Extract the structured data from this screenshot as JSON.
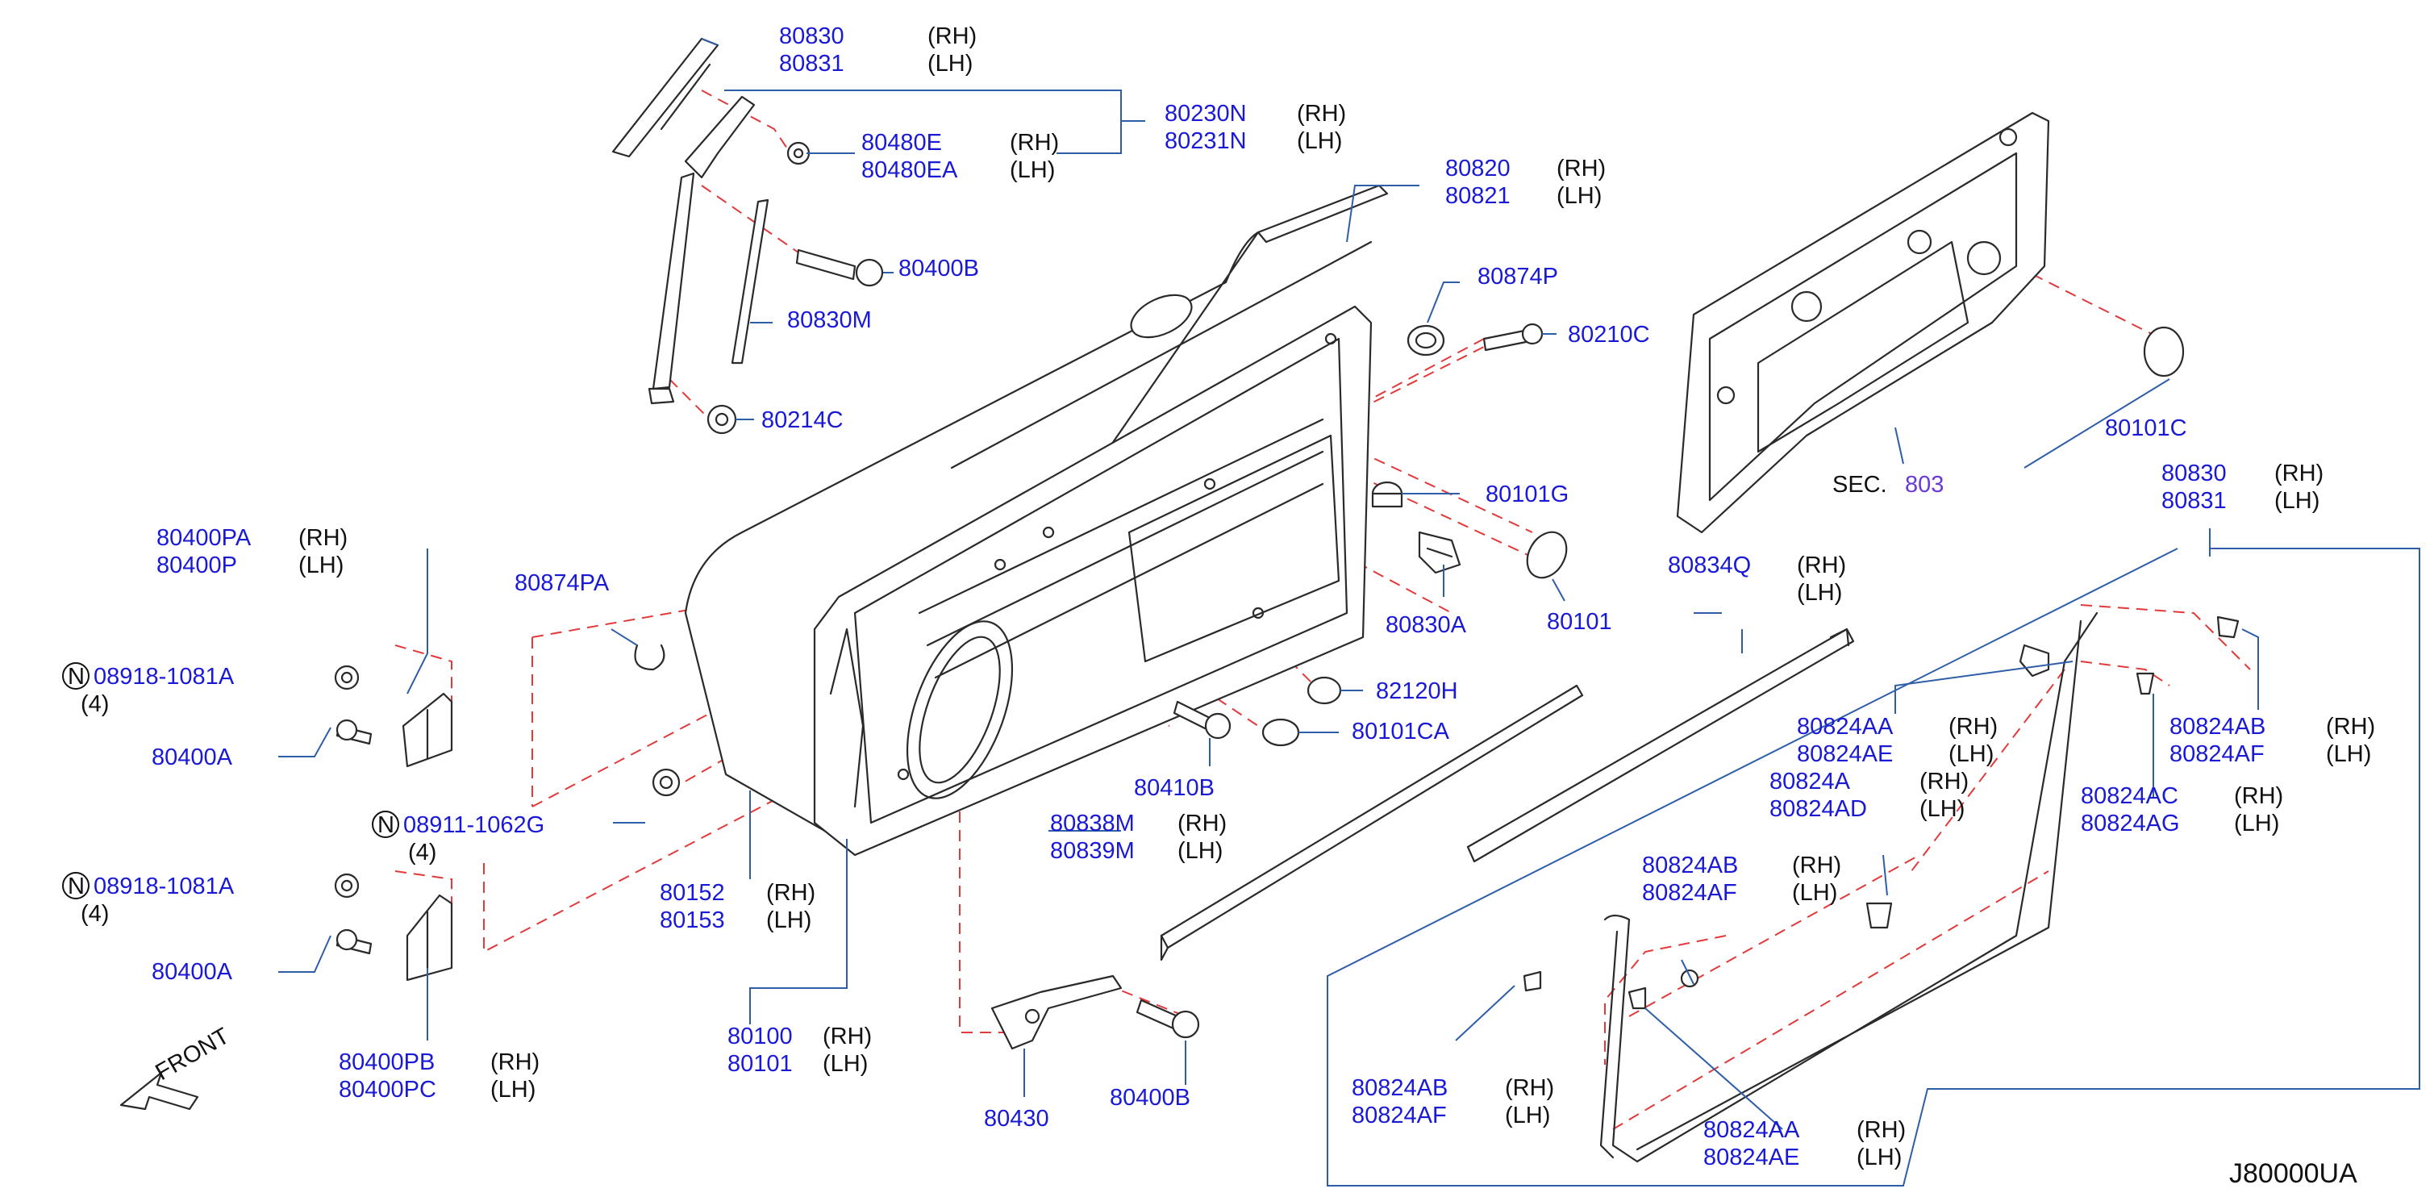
{
  "drawing_code": "J80000UA",
  "front_label": "FRONT",
  "section_ref": {
    "prefix": "SEC.",
    "number": "803"
  },
  "parts": {
    "p80830": {
      "lines": [
        "80830",
        "80831"
      ],
      "sides": [
        "(RH)",
        "(LH)"
      ]
    },
    "p80230": {
      "lines": [
        "80230N",
        "80231N"
      ],
      "sides": [
        "(RH)",
        "(LH)"
      ]
    },
    "p80480": {
      "lines": [
        "80480E",
        "80480EA"
      ],
      "sides": [
        "(RH)",
        "(LH)"
      ]
    },
    "p80400B_top": {
      "lines": [
        "80400B"
      ]
    },
    "p80830M": {
      "lines": [
        "80830M"
      ]
    },
    "p80214C": {
      "lines": [
        "80214C"
      ]
    },
    "p80820": {
      "lines": [
        "80820",
        "80821"
      ],
      "sides": [
        "(RH)",
        "(LH)"
      ]
    },
    "p80874P": {
      "lines": [
        "80874P"
      ]
    },
    "p80210C": {
      "lines": [
        "80210C"
      ]
    },
    "p80101G": {
      "lines": [
        "80101G"
      ]
    },
    "p80400PA": {
      "lines": [
        "80400PA",
        "80400P"
      ],
      "sides": [
        "(RH)",
        "(LH)"
      ]
    },
    "p80874PA": {
      "lines": [
        "80874PA"
      ]
    },
    "p08918_top": {
      "code": "08918-1081A",
      "qty": "(4)"
    },
    "p80400A_top": {
      "lines": [
        "80400A"
      ]
    },
    "p08911": {
      "code": "08911-1062G",
      "qty": "(4)"
    },
    "p08918_bot": {
      "code": "08918-1081A",
      "qty": "(4)"
    },
    "p80400A_bot": {
      "lines": [
        "80400A"
      ]
    },
    "p80400PB": {
      "lines": [
        "80400PB",
        "80400PC"
      ],
      "sides": [
        "(RH)",
        "(LH)"
      ]
    },
    "p80152": {
      "lines": [
        "80152",
        "80153"
      ],
      "sides": [
        "(RH)",
        "(LH)"
      ]
    },
    "p80100": {
      "lines": [
        "80100",
        "80101"
      ],
      "sides": [
        "(RH)",
        "(LH)"
      ]
    },
    "p80430": {
      "lines": [
        "80430"
      ]
    },
    "p80400B_bot": {
      "lines": [
        "80400B"
      ]
    },
    "p80410B": {
      "lines": [
        "80410B"
      ]
    },
    "p82120H": {
      "lines": [
        "82120H"
      ]
    },
    "p80101CA": {
      "lines": [
        "80101CA"
      ]
    },
    "p80838M": {
      "lines": [
        "80838M",
        "80839M"
      ],
      "sides": [
        "(RH)",
        "(LH)"
      ]
    },
    "p80834Q": {
      "lines": [
        "80834Q"
      ],
      "sides": [
        "(RH)",
        "(LH)"
      ]
    },
    "p80101C": {
      "lines": [
        "80101C"
      ]
    },
    "p80824AA_top": {
      "lines": [
        "80824AA",
        "80824AE",
        "80824A",
        "80824AD"
      ],
      "sides": [
        "(RH)",
        "(LH)",
        "(RH)",
        "(LH)"
      ]
    },
    "p80824AB_right": {
      "lines": [
        "80824AB",
        "80824AF"
      ],
      "sides": [
        "(RH)",
        "(LH)"
      ]
    },
    "p80824AC": {
      "lines": [
        "80824AC",
        "80824AG"
      ],
      "sides": [
        "(RH)",
        "(LH)"
      ]
    },
    "p80824AB_mid": {
      "lines": [
        "80824AB",
        "80824AF"
      ],
      "sides": [
        "(RH)",
        "(LH)"
      ]
    },
    "p80824AB_low": {
      "lines": [
        "80824AB",
        "80824AF"
      ],
      "sides": [
        "(RH)",
        "(LH)"
      ]
    },
    "p80824AA_low": {
      "lines": [
        "80824AA",
        "80824AE"
      ],
      "sides": [
        "(RH)",
        "(LH)"
      ]
    },
    "p80830A_partial": {
      "text": "80830A"
    },
    "p80101_partial": {
      "text": "80101"
    }
  }
}
